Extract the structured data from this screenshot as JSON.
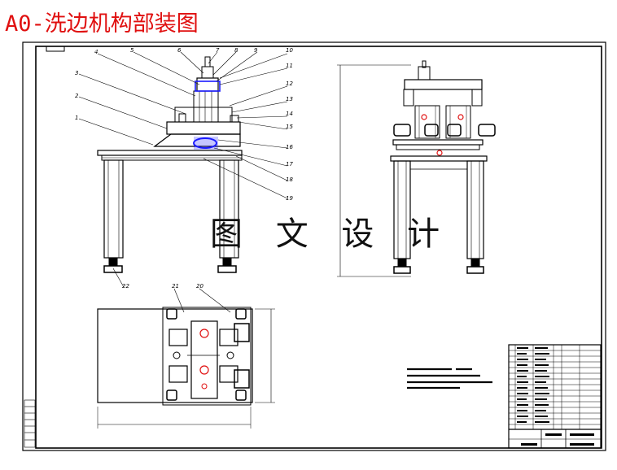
{
  "title": "A0-洗边机构部装图",
  "watermark": "图 文 设 计",
  "callouts": [
    "1",
    "2",
    "3",
    "4",
    "5",
    "6",
    "7",
    "8",
    "9",
    "10",
    "11",
    "12",
    "13",
    "14",
    "15",
    "16",
    "17",
    "18",
    "19",
    "20",
    "21",
    "22"
  ],
  "colors": {
    "title": "#e01010",
    "line": "#000000",
    "accent_blue": "#1a1aff",
    "accent_red": "#e01010"
  }
}
